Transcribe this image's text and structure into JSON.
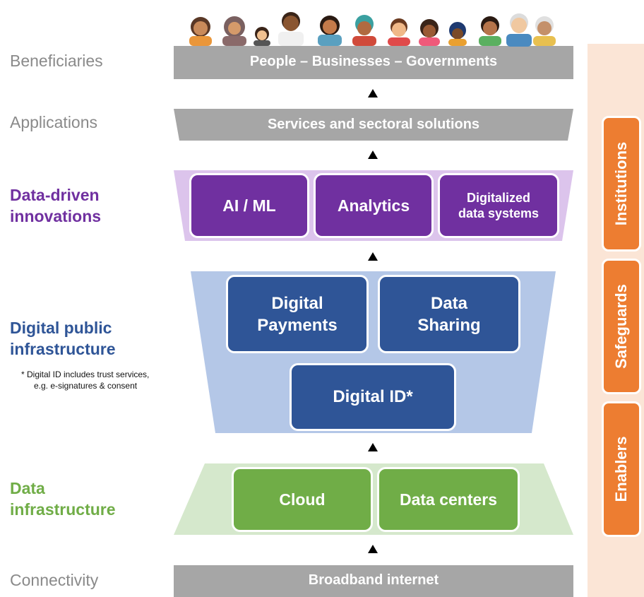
{
  "layers": {
    "beneficiaries": {
      "label": "Beneficiaries",
      "bar": "People – Businesses – Governments"
    },
    "applications": {
      "label": "Applications",
      "bar": "Services and sectoral solutions"
    },
    "data_driven_innovations": {
      "label_line1": "Data-driven",
      "label_line2": "innovations",
      "boxes": [
        "AI / ML",
        "Analytics",
        "Digitalized data systems"
      ],
      "box3_line1": "Digitalized",
      "box3_line2": "data systems"
    },
    "digital_public_infrastructure": {
      "label_line1": "Digital public",
      "label_line2": "infrastructure",
      "footnote_line1": "* Digital ID includes trust services,",
      "footnote_line2": "e.g. e-signatures & consent",
      "payments_line1": "Digital",
      "payments_line2": "Payments",
      "sharing_line1": "Data",
      "sharing_line2": "Sharing",
      "digital_id": "Digital ID*"
    },
    "data_infrastructure": {
      "label_line1": "Data",
      "label_line2": "infrastructure",
      "boxes": [
        "Cloud",
        "Data centers"
      ]
    },
    "connectivity": {
      "label": "Connectivity",
      "bar": "Broadband internet"
    }
  },
  "side_pillars": [
    "Institutions",
    "Safeguards",
    "Enablers"
  ],
  "colors": {
    "grey": "#a6a6a6",
    "purple": "#7030a0",
    "purple_bg": "#dcc4ec",
    "blue": "#2f5597",
    "blue_bg": "#b4c7e7",
    "green": "#70ad47",
    "green_bg": "#d5e8cc",
    "orange": "#ed7d31",
    "peach": "#fbe5d6"
  },
  "icons": [
    "people-illustration-icon",
    "up-arrow-icon"
  ]
}
